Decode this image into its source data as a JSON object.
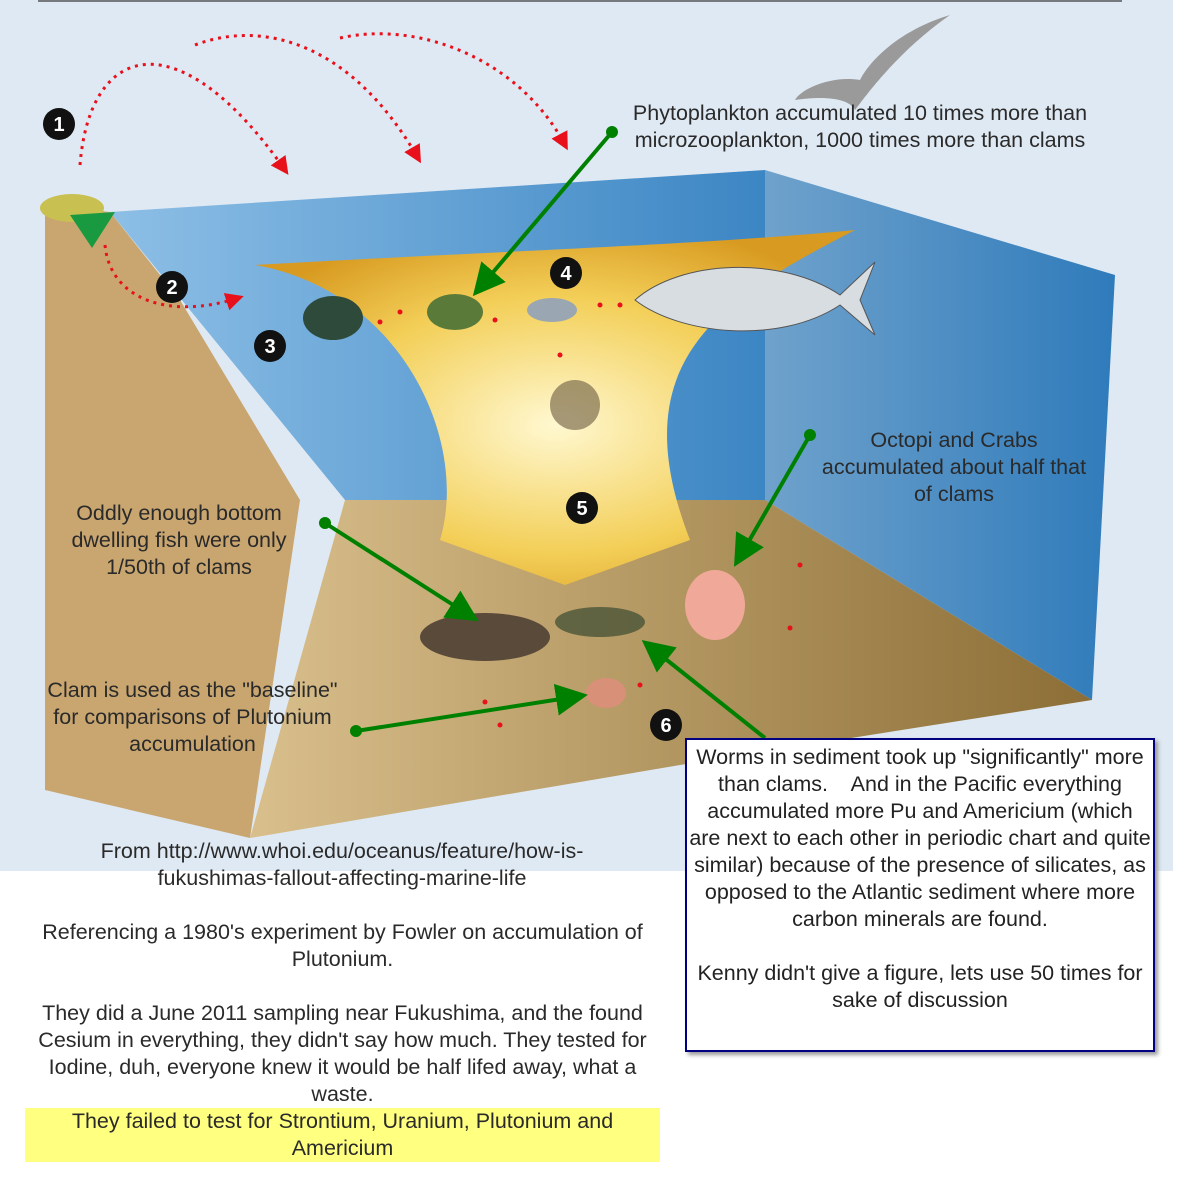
{
  "labels": {
    "phytoplankton": "Phytoplankton accumulated 10 times more than microzooplankton, 1000 times more than clams",
    "octopi": "Octopi and Crabs accumulated about half that of clams",
    "bottom_fish": "Oddly enough bottom dwelling fish were only 1/50th of clams",
    "clam": "Clam is used as the \"baseline\" for comparisons of Plutonium accumulation"
  },
  "markers": [
    "1",
    "2",
    "3",
    "4",
    "5",
    "6"
  ],
  "note_box": {
    "paragraph1": "Worms in sediment took up \"significantly\" more than clams.    And in the Pacific everything accumulated more Pu and Americium (which are next to each other in periodic chart and quite similar) because of the presence of silicates, as opposed to the Atlantic sediment where more carbon minerals are found.",
    "paragraph2": "Kenny didn't give a figure, lets use 50 times for sake of discussion"
  },
  "caption": {
    "source": "From http://www.whoi.edu/oceanus/feature/how-is-fukushimas-fallout-affecting-marine-life",
    "reference": "Referencing a 1980's experiment by Fowler on accumulation of Plutonium.",
    "sampling": "They did a June 2011 sampling near Fukushima, and the found Cesium in everything, they didn't say how much. They tested for Iodine, duh, everyone knew it would be half lifed away, what a waste.",
    "highlight": "They failed to test for Strontium, Uranium, Plutonium and Americium"
  },
  "colors": {
    "arrow": "#008000",
    "fallout": "#e8101a",
    "highlight": "#ffff80",
    "note_border": "#000080"
  }
}
